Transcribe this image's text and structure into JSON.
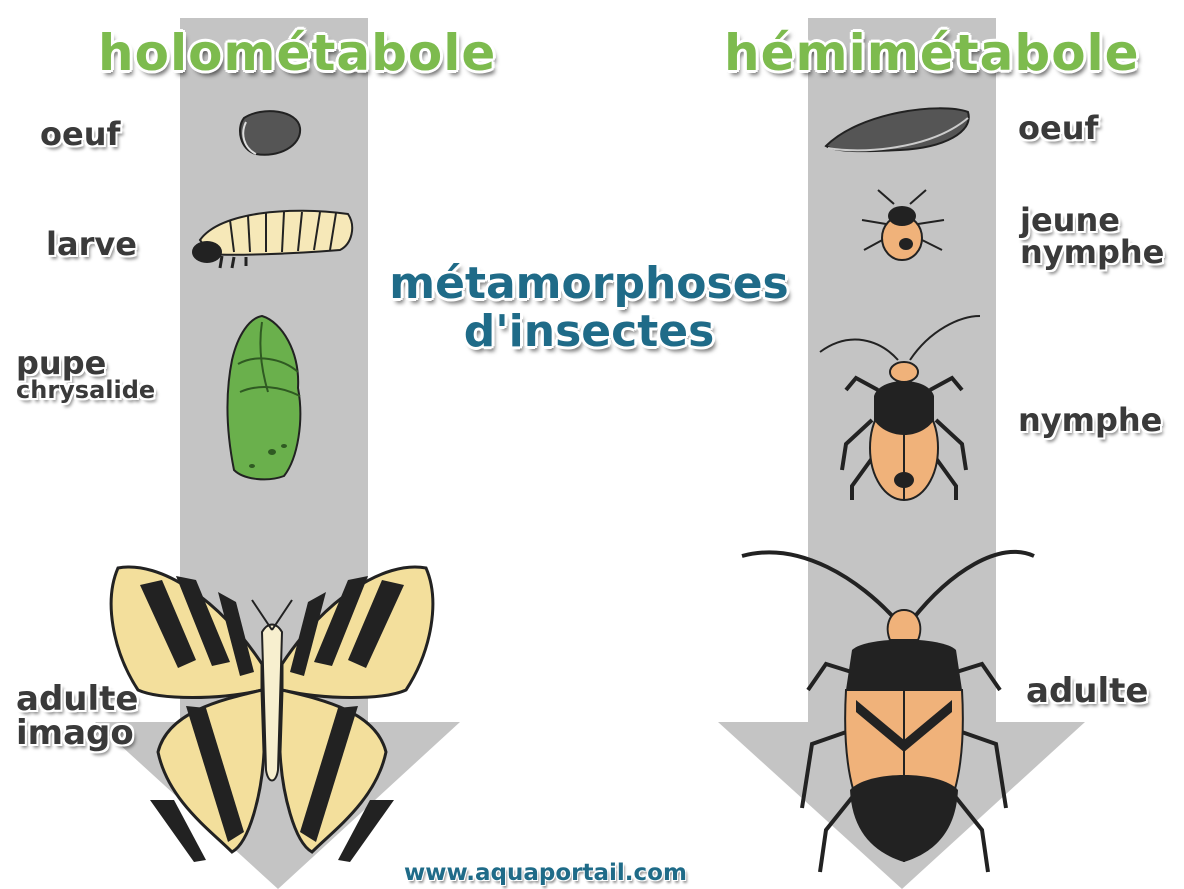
{
  "titles": {
    "left": "holométabole",
    "right": "hémimétabole",
    "center_line1": "métamorphoses",
    "center_line2": "d'insectes"
  },
  "left_stages": {
    "egg": "oeuf",
    "larva": "larve",
    "pupa_line1": "pupe",
    "pupa_line2": "chrysalide",
    "adult_line1": "adulte",
    "adult_line2": "imago"
  },
  "right_stages": {
    "egg": "oeuf",
    "young_nymph_line1": "jeune",
    "young_nymph_line2": "nymphe",
    "nymph": "nymphe",
    "adult": "adulte"
  },
  "footer": {
    "url": "www.aquaportail.com"
  },
  "colors": {
    "arrow": "#c4c4c4",
    "title_green": "#7dbb4e",
    "title_teal": "#1f6b88",
    "label": "#3a3a3a",
    "butterfly_yellow": "#f3df9c",
    "bug_orange": "#f0b27a",
    "chrysalis_green": "#6ab04c"
  }
}
